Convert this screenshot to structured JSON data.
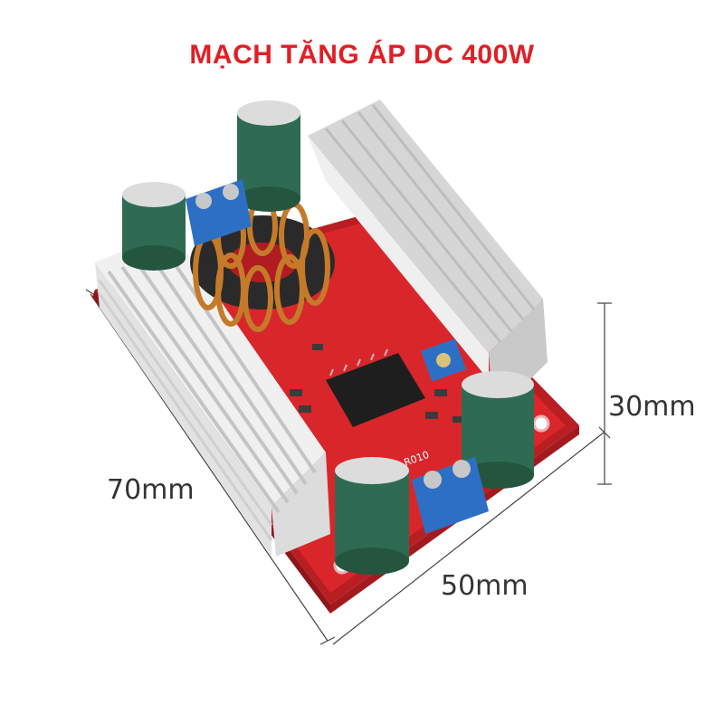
{
  "title": "MẠCH TĂNG ÁP DC 400W",
  "dimensions": {
    "height": "30mm",
    "length": "70mm",
    "width": "50mm"
  },
  "board_markings": {
    "resistor_code": "R010"
  },
  "colors": {
    "title": "#e01f26",
    "pcb": "#d9262b",
    "heatsink": "#e6e6e6",
    "capacitor": "#2e6b52",
    "terminal": "#2d6fc4",
    "copper": "#c57a2a"
  }
}
